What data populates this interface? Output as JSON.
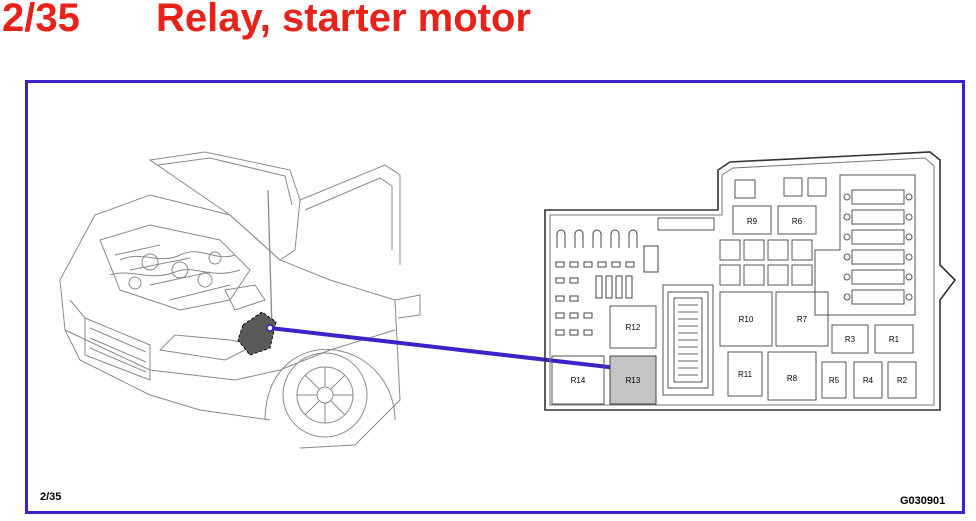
{
  "header": {
    "code": "2/35",
    "title": "Relay, starter motor"
  },
  "footer": {
    "page_ref": "2/35",
    "figure_id": "G030901"
  },
  "relays": {
    "r1": "R1",
    "r2": "R2",
    "r3": "R3",
    "r4": "R4",
    "r5": "R5",
    "r6": "R6",
    "r7": "R7",
    "r8": "R8",
    "r9": "R9",
    "r10": "R10",
    "r11": "R11",
    "r12": "R12",
    "r13": "R13",
    "r14": "R14"
  },
  "colors": {
    "title": "#e8221b",
    "frame": "#3b22c9",
    "pointer": "#3b22c9",
    "highlight": "#c4c4c4"
  },
  "highlighted_relay": "R13"
}
